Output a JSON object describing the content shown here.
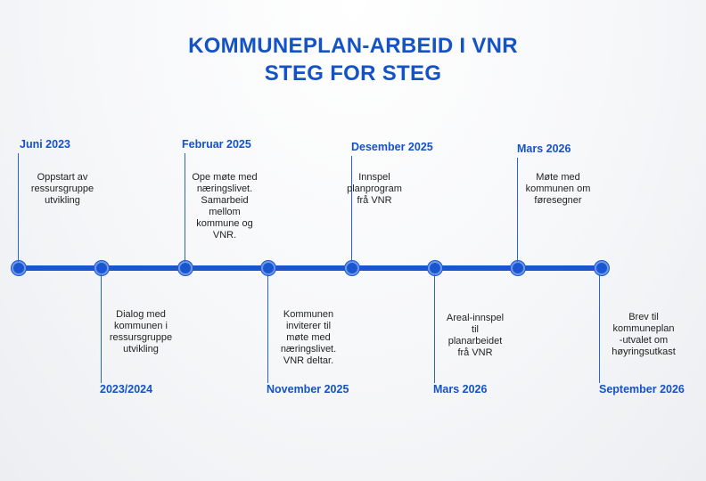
{
  "title": {
    "line1": "KOMMUNEPLAN-ARBEID I VNR",
    "line2": "STEG FOR STEG"
  },
  "milestones": [
    {
      "date": "Juni 2023",
      "text": "Oppstart av\nressursgruppe\nutvikling"
    },
    {
      "date": "2023/2024",
      "text": "Dialog med\nkommunen i\nressursgruppe\nutvikling"
    },
    {
      "date": "Februar 2025",
      "text": "Ope møte med\nnæringslivet.\nSamarbeid\nmellom\nkommune og\nVNR."
    },
    {
      "date": "November 2025",
      "text": "Kommunen\ninviterer til\nmøte med\nnæringslivet.\nVNR deltar."
    },
    {
      "date": "Desember 2025",
      "text": "Innspel\nplanprogram\nfrå VNR"
    },
    {
      "date": "Mars 2026",
      "text": "Areal-innspel\ntil\nplanarbeidet\nfrå VNR"
    },
    {
      "date": "Mars 2026",
      "text": "Møte med\nkommunen om\nføresegner"
    },
    {
      "date": "September 2026",
      "text": "Brev til\nkommuneplan\n-utvalet om\nhøyringsutkast"
    }
  ],
  "colors": {
    "accent": "#1a56cf",
    "title": "#1452c8"
  }
}
